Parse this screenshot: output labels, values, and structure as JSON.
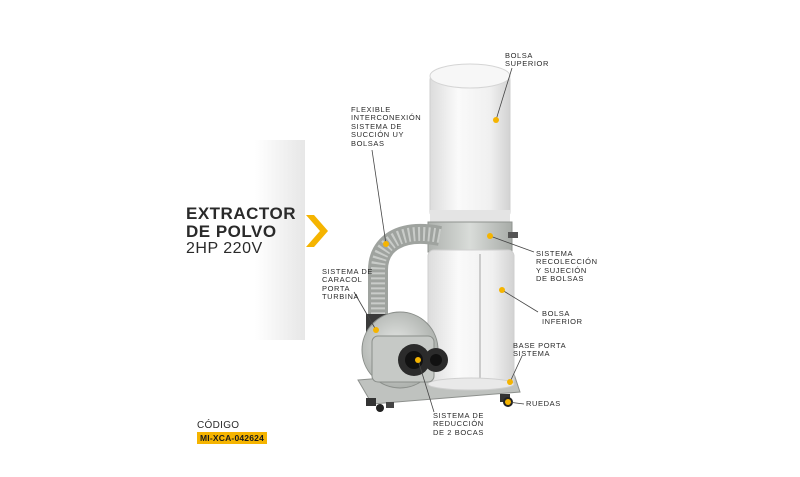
{
  "product": {
    "title_line1": "EXTRACTOR",
    "title_line2": "DE POLVO",
    "title_line3": "2HP 220V",
    "code_label": "CÓDIGO",
    "code_value": "MI-XCA-042624"
  },
  "callouts": {
    "bolsa_superior": "BOLSA\nSUPERIOR",
    "flexible": "FLEXIBLE\nINTERCONEXIÓN\nSISTEMA DE\nSUCCIÓN UY\nBOLSAS",
    "sistema_recoleccion": "SISTEMA\nRECOLECCIÓN\nY SUJECIÓN\nDE BOLSAS",
    "sistema_caracol": "SISTEMA DE\nCARACOL\nPORTA\nTURBINA",
    "bolsa_inferior": "BOLSA\nINFERIOR",
    "base_porta": "BASE PORTA\nSISTEMA",
    "ruedas": "RUEDAS",
    "sistema_reduccion": "SISTEMA DE\nREDUCCIÓN\nDE 2 BOCAS"
  },
  "colors": {
    "accent": "#f5b400",
    "text": "#2a2a2a",
    "bag": "#f2f2f2",
    "metal": "#c9ccc9"
  }
}
